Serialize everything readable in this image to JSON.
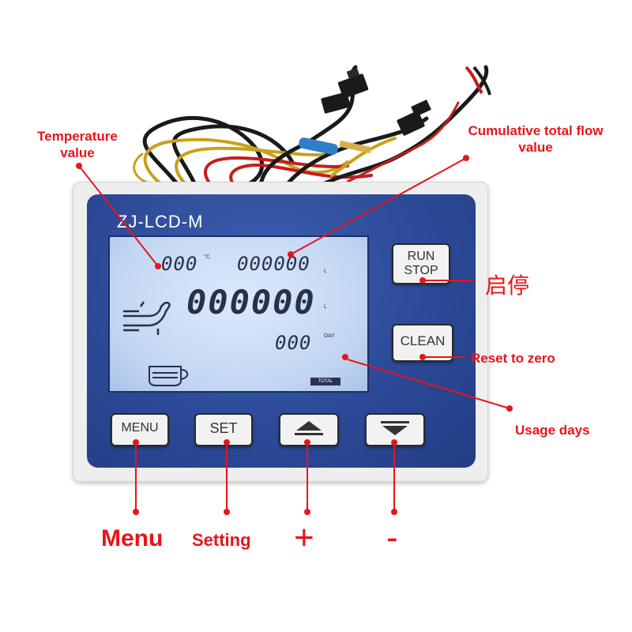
{
  "device": {
    "model": "ZJ-LCD-M",
    "lcd": {
      "temperature": "000",
      "temperature_unit": "°C",
      "cumulative_flow": "000000",
      "cumulative_unit": "L",
      "main_flow": "000000",
      "main_unit": "L",
      "days": "000",
      "days_unit": "DAY",
      "total_badge": "TOTAL"
    },
    "buttons": {
      "run_stop_line1": "RUN",
      "run_stop_line2": "STOP",
      "clean": "CLEAN",
      "menu": "MENU",
      "set": "SET"
    }
  },
  "annotations": {
    "temperature_line1": "Temperature",
    "temperature_line2": "value",
    "cumulative_line1": "Cumulative total flow",
    "cumulative_line2": "value",
    "start_stop": "启停",
    "reset": "Reset to zero",
    "usage_days": "Usage days",
    "menu": "Menu",
    "setting": "Setting",
    "plus": "+",
    "minus": "-"
  },
  "colors": {
    "annotation": "#e8141a",
    "panel": "#2c4a98",
    "lcd": "#c9dcf5"
  }
}
